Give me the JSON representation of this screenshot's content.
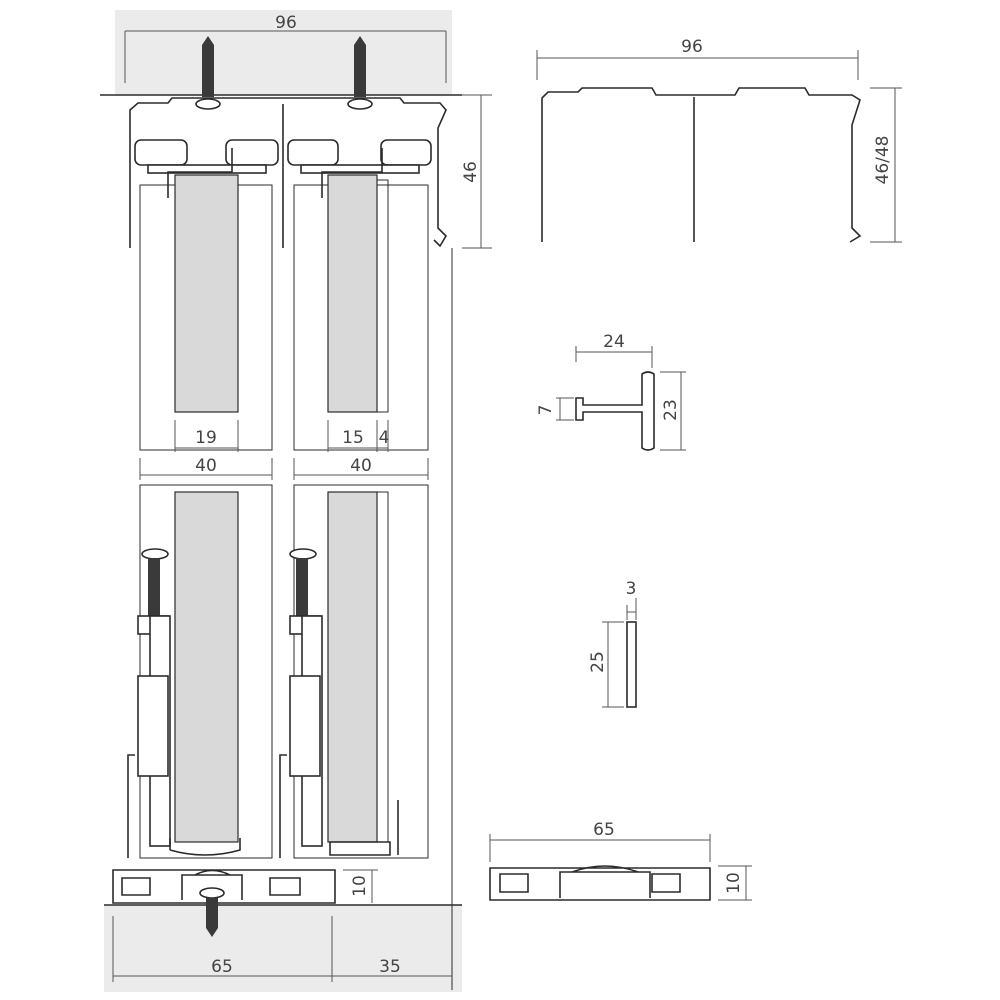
{
  "section_view": {
    "top_width": "96",
    "top_height": "46",
    "glass_left": "19",
    "glass_right": "15",
    "glass_right_extra": "4",
    "frame_left": "40",
    "frame_right": "40",
    "bottom_height": "10",
    "bottom_width": "65",
    "side_gap": "35"
  },
  "top_profile": {
    "width": "96",
    "height": "46/48"
  },
  "t_profile": {
    "width": "24",
    "height": "23",
    "flange": "7"
  },
  "strip": {
    "thickness": "3",
    "height": "25"
  },
  "bottom_profile": {
    "width": "65",
    "height": "10"
  },
  "colors": {
    "line": "#2b2b2b",
    "glass": "#d9d9d9",
    "wall": "#ebebeb"
  }
}
